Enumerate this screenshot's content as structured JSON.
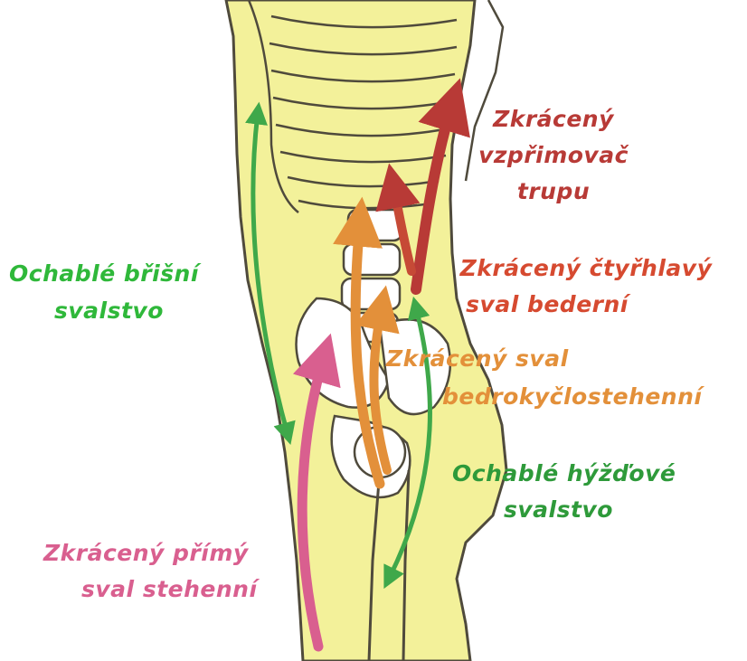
{
  "labels": {
    "erector": {
      "line1": "Zkrácený",
      "line2": "vzpřimovač",
      "line3": "trupu",
      "color": "#b83a36"
    },
    "lumbar": {
      "line1": "Zkrácený čtyřhlavý",
      "line2": "sval bederní",
      "color": "#d64a30"
    },
    "abdominal": {
      "line1": "Ochablé břišní",
      "line2": "svalstvo",
      "color": "#2fb83a"
    },
    "iliopsoas": {
      "line1": "Zkrácený sval",
      "line2": "bedrokyčlostehenní",
      "color": "#e3903a"
    },
    "gluteal": {
      "line1": "Ochablé hýžďové",
      "line2": "svalstvo",
      "color": "#2e9a3a"
    },
    "rectus": {
      "line1": "Zkrácený přímý",
      "line2": "sval stehenní",
      "color": "#d95f8f"
    }
  },
  "colors": {
    "body_fill": "#f3f19a",
    "outline": "#4f4a3c",
    "bone_fill": "#ffffff",
    "background": "#ffffff"
  }
}
